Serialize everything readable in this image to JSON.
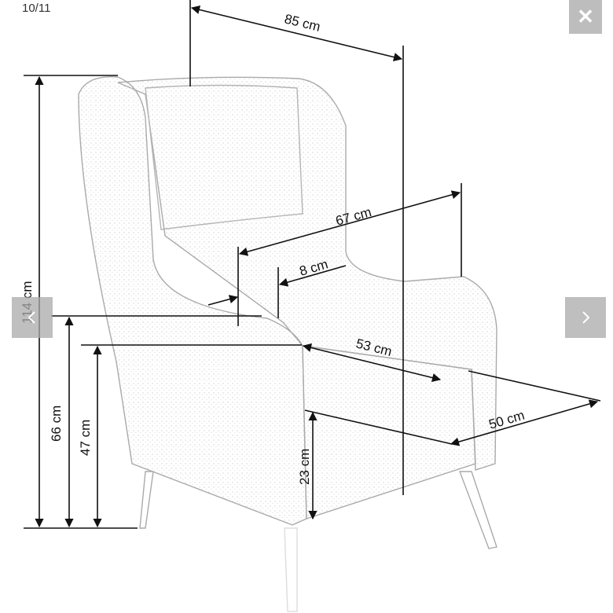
{
  "viewer": {
    "counter": "10/11",
    "close_icon": "close-icon",
    "prev_icon": "chevron-left-icon",
    "next_icon": "chevron-right-icon"
  },
  "image": {
    "dimensions": {
      "width": "85 cm",
      "height": "114 cm",
      "seat_width": "67 cm",
      "armrest": "8 cm",
      "armrest_height": "66 cm",
      "seat_height": "47 cm",
      "seat_depth": "53 cm",
      "depth": "50 cm",
      "leg_height": "23 cm"
    }
  }
}
